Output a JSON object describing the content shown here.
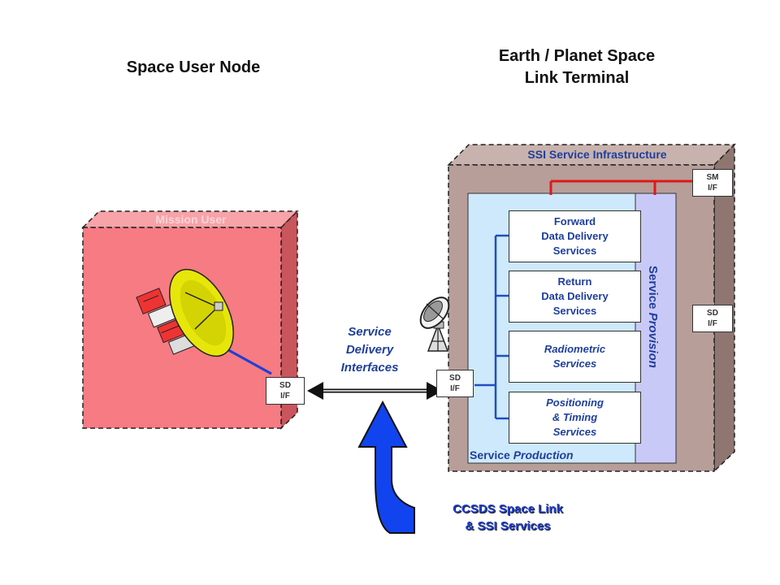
{
  "titles": {
    "space_user_node": "Space User Node",
    "terminal_line1": "Earth / Planet Space",
    "terminal_line2": "Link Terminal"
  },
  "mission_user": {
    "label": "Mission User",
    "sd_if": [
      "SD",
      "I/F"
    ]
  },
  "ssi": {
    "label": "SSI Service Infrastructure",
    "sm_if": [
      "SM",
      "I/F"
    ],
    "sd_if_right": [
      "SD",
      "I/F"
    ],
    "sd_if_left": [
      "SD",
      "I/F"
    ],
    "service_production": [
      "Service ",
      "Production"
    ],
    "service_provision": [
      "Service ",
      "Provision"
    ],
    "services": [
      {
        "lines": [
          "Forward",
          "Data Delivery",
          "Services"
        ]
      },
      {
        "lines": [
          "Return",
          "Data Delivery",
          "Services"
        ]
      },
      {
        "lines": [
          "Radiometric",
          "Services"
        ]
      },
      {
        "lines": [
          "Positioning",
          "& Timing",
          "Services"
        ]
      }
    ]
  },
  "service_delivery": [
    "Service",
    "Delivery",
    "Interfaces"
  ],
  "ccsds": [
    "CCSDS Space Link",
    "& SSI Services"
  ],
  "colors": {
    "mission_face": "#f67b83",
    "mission_top": "#f7a3a8",
    "mission_side": "#c9555d",
    "ssi_face": "#b79e99",
    "ssi_top": "#c8b2ad",
    "ssi_side": "#8f7670",
    "production": "#cde9fb",
    "provision": "#c9c9f7",
    "tree": "#1f4fbf",
    "red_bus": "#e01818",
    "arrow_blue": "#1144ee"
  }
}
